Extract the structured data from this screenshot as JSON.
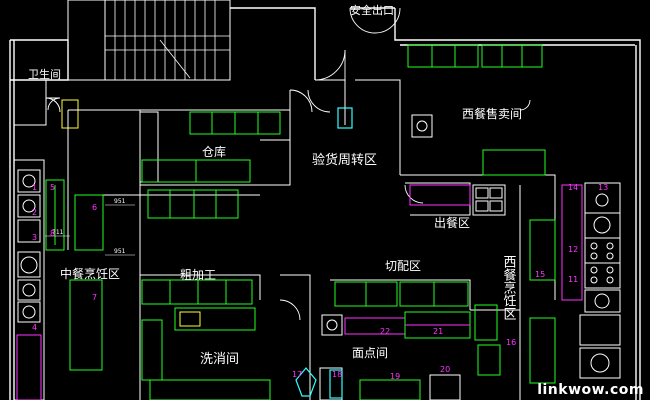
{
  "labels": {
    "exit": "安全出口",
    "restroom": "卫生间",
    "warehouse": "仓库",
    "receiving": "验货周转区",
    "western_sales": "西餐售卖间",
    "serving": "出餐区",
    "chinese_cooking": "中餐烹饪区",
    "rough_processing": "粗加工",
    "prep": "切配区",
    "western_cooking": "西餐烹饪区",
    "dishwashing": "洗消间",
    "pastry": "面点间"
  },
  "dims": [
    "951",
    "711",
    "951"
  ],
  "numbers": [
    "14",
    "13",
    "15",
    "12",
    "11",
    "16",
    "17",
    "18",
    "19",
    "20",
    "21",
    "22",
    "5",
    "6",
    "7",
    "8",
    "4",
    "1",
    "2",
    "3"
  ],
  "watermark": "linkwow.com",
  "colors": {
    "walls": "#ffffff",
    "equipment": "#22ff22",
    "fixtures": "#33ffff",
    "numbers": "#ff33ff",
    "text": "#ffffff"
  }
}
